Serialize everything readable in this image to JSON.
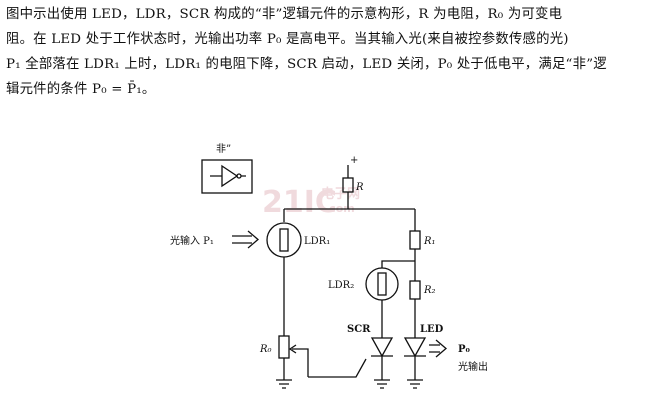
{
  "paragraph": {
    "line1": "图中示出使用 LED，LDR，SCR 构成的“非”逻辑元件的示意构形，R 为电阻，R₀ 为可变电",
    "line2": "阻。在 LED 处于工作状态时，光输出功率 P₀ 是高电平。当其输入光(来自被控参数传感的光)",
    "line3": "P₁ 全部落在 LDR₁ 上时，LDR₁ 的电阻下降，SCR 启动，LED 关闭，P₀ 处于低电平，满足“非”逻",
    "line4": "辑元件的条件 P₀ = P̄₁。"
  },
  "diagram": {
    "symbol_label": "非”",
    "plus": "+",
    "r_label": "R",
    "r1_label": "R₁",
    "r2_label": "R₂",
    "r0_label": "R₀",
    "ldr1_label": "LDR₁",
    "ldr2_label": "LDR₂",
    "scr_label": "SCR",
    "led_label": "LED",
    "input_label": "光输入 P₁",
    "output_label": "P₀",
    "output_caption": "光输出"
  },
  "watermark": {
    "brand": "21IC",
    "domain": ".com",
    "cn": "电子网"
  },
  "colors": {
    "ink": "#111111",
    "watermark": "#e8c8cc"
  }
}
